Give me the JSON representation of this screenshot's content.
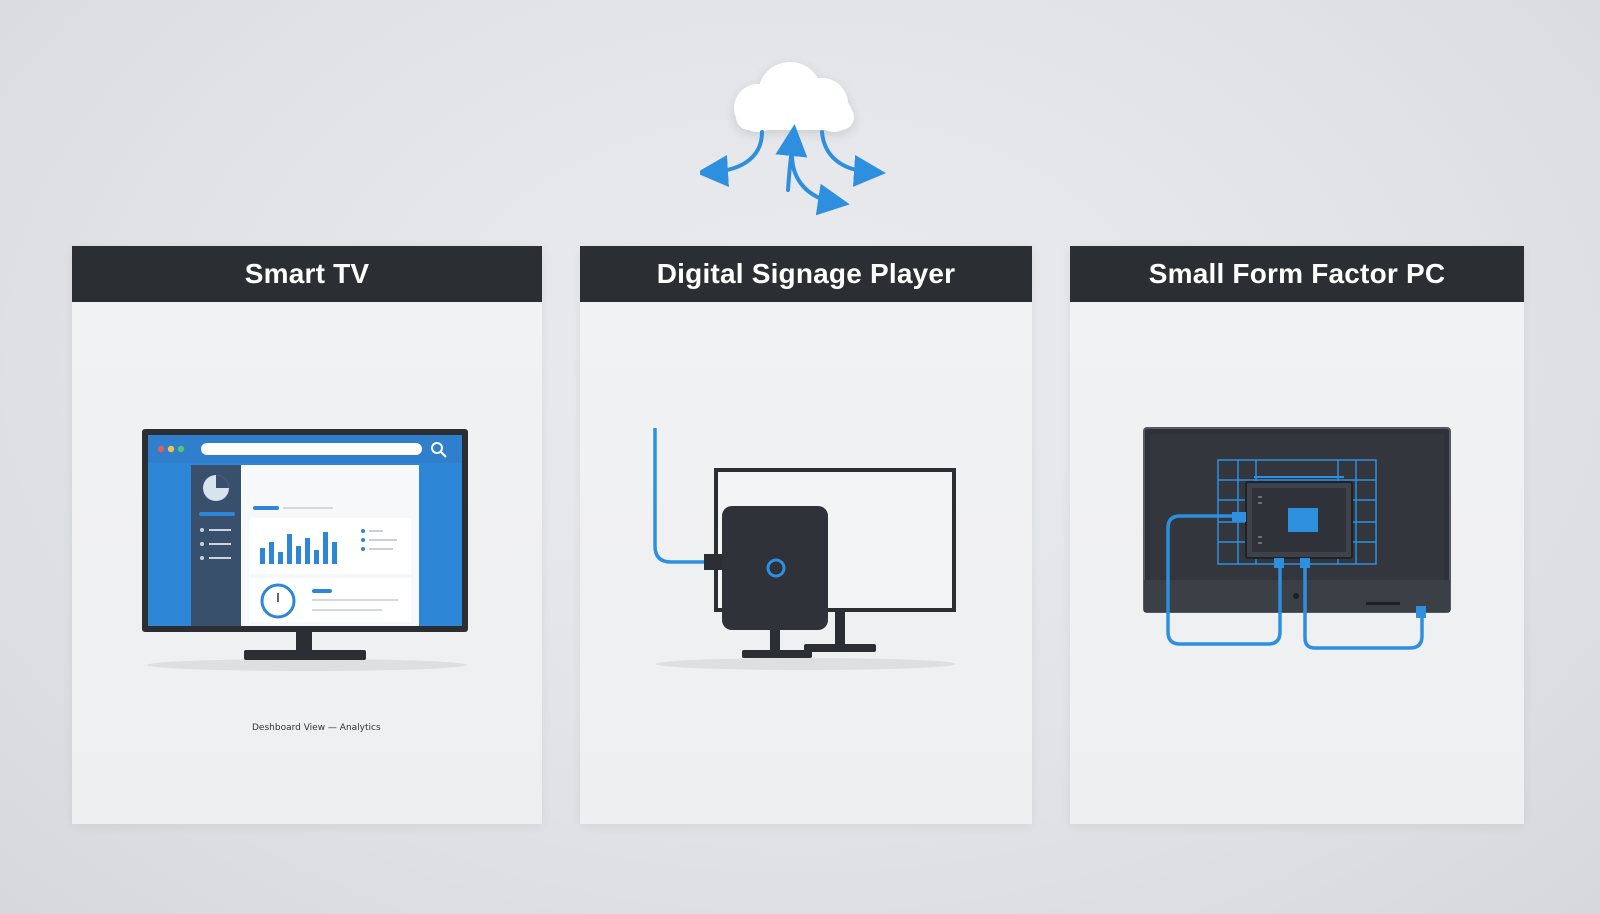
{
  "panels": [
    {
      "title": "Smart TV"
    },
    {
      "title": "Digital Signage Player"
    },
    {
      "title": "Small Form Factor PC"
    }
  ],
  "smart_tv": {
    "dashboard_title": "Deshboard View — Analytics"
  },
  "colors": {
    "accent": "#2d8fde",
    "header_bg": "#2b2e33",
    "device_dark": "#2f3238"
  },
  "icons": [
    "cloud-icon",
    "sync-arrows-icon",
    "search-icon",
    "pie-chart-icon",
    "clock-icon"
  ]
}
